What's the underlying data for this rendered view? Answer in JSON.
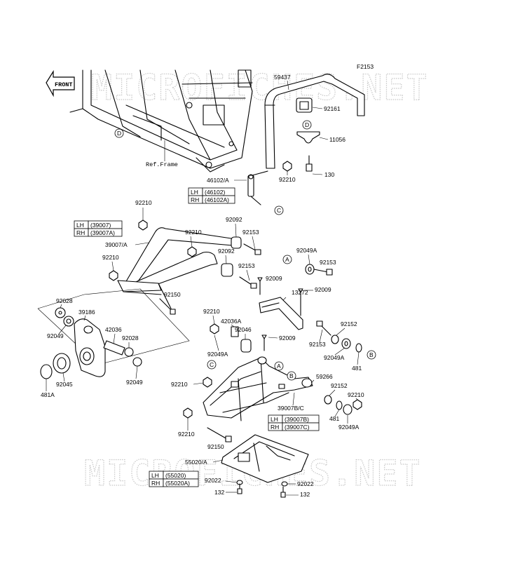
{
  "diagram_code": "F2153",
  "front_label": "FRONT",
  "watermark": "MICROFICHES.NET",
  "ref_frame": "Ref.Frame",
  "circle_refs": {
    "A": "A",
    "B": "B",
    "C": "C",
    "D": "D"
  },
  "labels": {
    "p59437": "59437",
    "p92161": "92161",
    "p11056": "11056",
    "p130a": "130",
    "p92210a": "92210",
    "p46102a": "46102/A",
    "p92210b": "92210",
    "p92210c": "92210",
    "p92092a": "92092",
    "p92153a": "92153",
    "p39007a": "39007/A",
    "p92092b": "92092",
    "p92153b": "92153",
    "p92210d": "92210",
    "p92049a": "92049A",
    "p92153c": "92153",
    "p92009a": "92009",
    "p13272": "13272",
    "p92009b": "92009",
    "p92150a": "92150",
    "p92028a": "92028",
    "p39186": "39186",
    "p92049b": "92049",
    "p42036": "42036",
    "p92028b": "92028",
    "p92045": "92045",
    "p92049c": "92049",
    "p481a": "481A",
    "p92210e": "92210",
    "p42036a": "42036A",
    "p92046": "92046",
    "p92009c": "92009",
    "p92049d": "92049A",
    "p92153d": "92153",
    "p92152a": "92152",
    "p92049e": "92049A",
    "p481b": "481",
    "p92210f": "92210",
    "p59266": "59266",
    "p92152b": "92152",
    "p92210g": "92210",
    "p39007bc": "39007B/C",
    "p481c": "481",
    "p92049f": "92049A",
    "p92210h": "92210",
    "p92150b": "92150",
    "p55020a": "55020/A",
    "p92022a": "92022",
    "p132a": "132",
    "p92022b": "92022",
    "p132b": "132"
  },
  "side_tables": {
    "t46102": {
      "lh_label": "LH",
      "lh_part": "(46102)",
      "rh_label": "RH",
      "rh_part": "(46102A)"
    },
    "t39007": {
      "lh_label": "LH",
      "lh_part": "(39007)",
      "rh_label": "RH",
      "rh_part": "(39007A)"
    },
    "t39007b": {
      "lh_label": "LH",
      "lh_part": "(39007B)",
      "rh_label": "RH",
      "rh_part": "(39007C)"
    },
    "t55020": {
      "lh_label": "LH",
      "lh_part": "(55020)",
      "rh_label": "RH",
      "rh_part": "(55020A)"
    }
  }
}
